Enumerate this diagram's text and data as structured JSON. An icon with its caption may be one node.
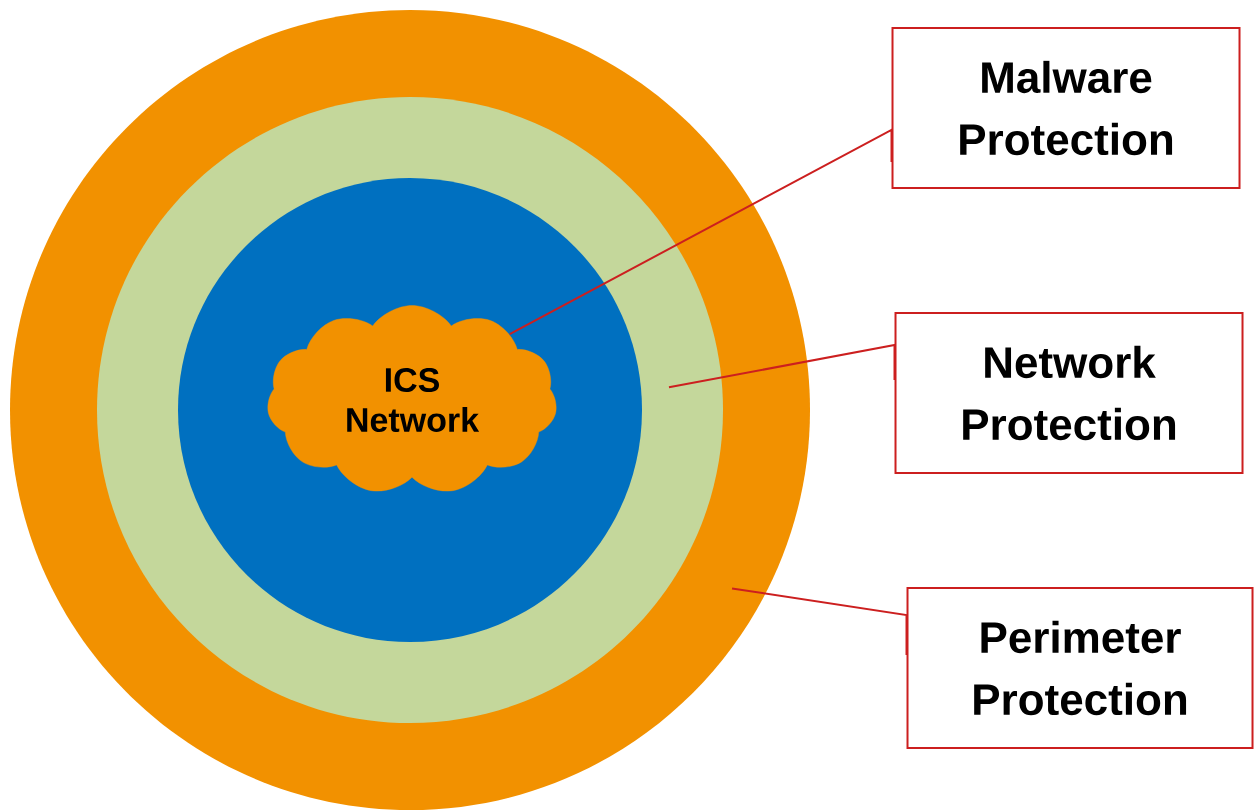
{
  "diagram": {
    "nodes": [
      {
        "text": [],
        "shape": "circle"
      },
      {
        "text": [],
        "shape": "circle",
        "in": 0
      },
      {
        "text": [],
        "shape": "circle",
        "in": 1
      },
      {
        "text": [
          "ICS Network"
        ],
        "in": 2
      },
      {
        "text": [
          "Malware Protection"
        ]
      },
      {
        "text": [
          "Network Protection"
        ]
      },
      {
        "text": [
          "Perimeter Protection"
        ]
      }
    ],
    "edges": [
      {
        "from": 4,
        "to": 3,
        "arrow": "none"
      },
      {
        "from": 5,
        "to": 1,
        "arrow": "none"
      },
      {
        "from": 6,
        "to": 0,
        "arrow": "none"
      }
    ]
  }
}
